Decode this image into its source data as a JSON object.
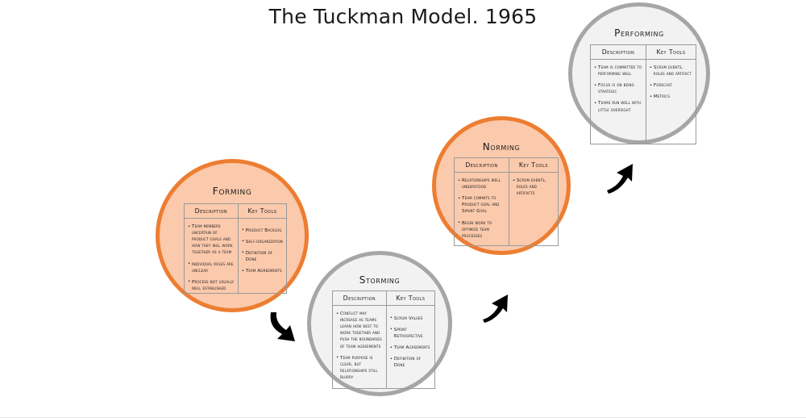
{
  "page": {
    "title": "The Tuckman Model. 1965",
    "background": "#ffffff"
  },
  "colors": {
    "orange_border": "#ED7D31",
    "orange_fill": "#FBC9AC",
    "gray_border": "#A6A6A6",
    "gray_fill": "#F2F2F2",
    "text": "#1c1c1c",
    "table_border": "#9a9a9a",
    "arrow": "#000000"
  },
  "table_headers": {
    "description": "Description",
    "key_tools": "Key Tools"
  },
  "stages": [
    {
      "id": "forming",
      "label": "Forming",
      "theme": "orange",
      "description": [
        "Team members uncertain of product goals and how they will work together as a team",
        "Individual roles are unclear",
        "Process not usually well established"
      ],
      "key_tools": [
        "Product Backlog",
        "Self-organization",
        "Definition of Done",
        "Team Agreements"
      ]
    },
    {
      "id": "storming",
      "label": "Storming",
      "theme": "gray",
      "description": [
        "Conflict may increase as teams learn how best to work together and push the boundaries of team agreements",
        "Team purpose is clear, but relationships still blurry"
      ],
      "key_tools": [
        "Scrum Values",
        "Sprint Retrospective",
        "Team Agreements",
        "Definition of Done"
      ]
    },
    {
      "id": "norming",
      "label": "Norming",
      "theme": "orange",
      "description": [
        "Relationships well understood",
        "Team commits to Product goal and Sprint Goal",
        "Begin work to optimize team processes"
      ],
      "key_tools": [
        "Scrum events, roles and artifacts"
      ]
    },
    {
      "id": "performing",
      "label": "Performing",
      "theme": "gray",
      "description": [
        "Team is committed to performing well",
        "Focus is on being strategic",
        "Teams run well with little oversight"
      ],
      "key_tools": [
        "Scrum events, roles and artifact",
        "Forecast",
        "Metrics"
      ]
    }
  ],
  "arrows": [
    {
      "id": "arrow-forming-to-storming",
      "direction": "down-right"
    },
    {
      "id": "arrow-storming-to-norming",
      "direction": "up-right"
    },
    {
      "id": "arrow-norming-to-performing",
      "direction": "up-right"
    }
  ]
}
